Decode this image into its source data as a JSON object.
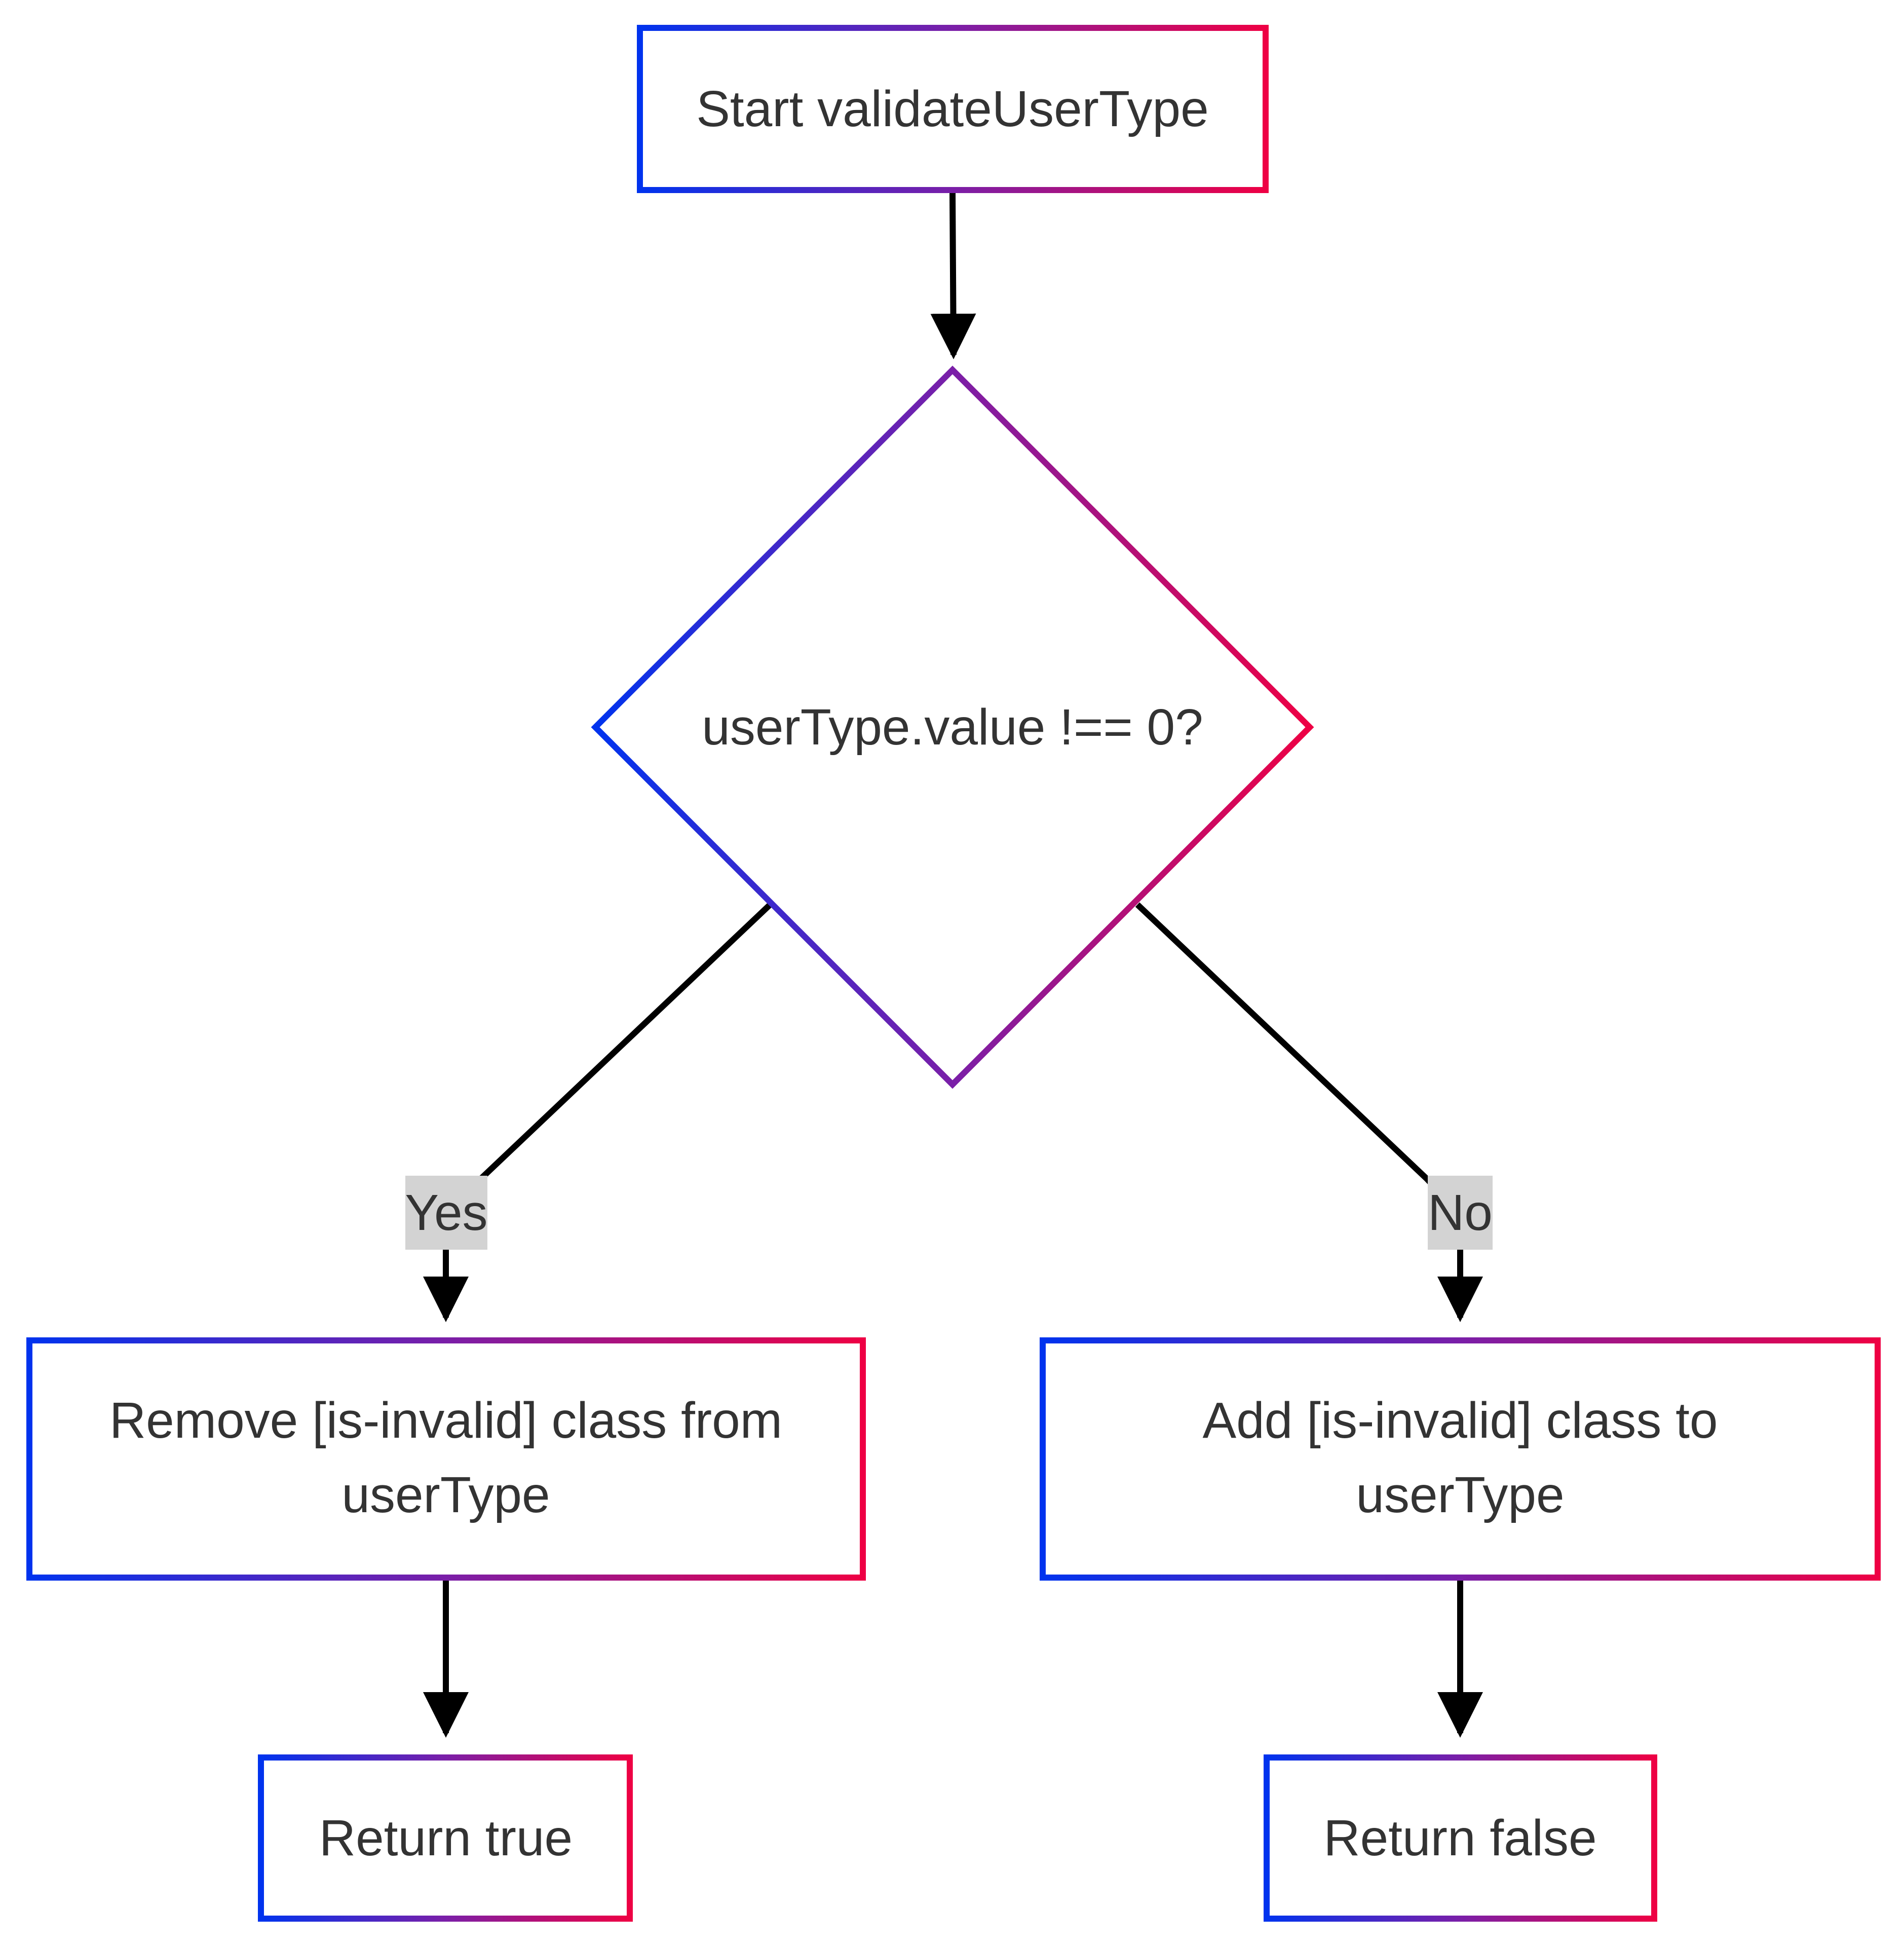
{
  "diagram": {
    "type": "flowchart",
    "nodes": {
      "start": {
        "label": "Start validateUserType",
        "shape": "rectangle"
      },
      "decision": {
        "label": "userType.value !== 0?",
        "shape": "diamond"
      },
      "remove": {
        "line1": "Remove [is-invalid] class from",
        "line2": "userType",
        "shape": "rectangle"
      },
      "add": {
        "line1": "Add [is-invalid] class to",
        "line2": "userType",
        "shape": "rectangle"
      },
      "return_true": {
        "label": "Return true",
        "shape": "rectangle"
      },
      "return_false": {
        "label": "Return false",
        "shape": "rectangle"
      }
    },
    "edges": [
      {
        "from": "start",
        "to": "decision",
        "label": ""
      },
      {
        "from": "decision",
        "to": "remove",
        "label": "Yes"
      },
      {
        "from": "decision",
        "to": "add",
        "label": "No"
      },
      {
        "from": "remove",
        "to": "return_true",
        "label": ""
      },
      {
        "from": "add",
        "to": "return_false",
        "label": ""
      }
    ],
    "edge_labels": {
      "yes": "Yes",
      "no": "No"
    }
  },
  "colors": {
    "stroke_gradient_start": "#0033ee",
    "stroke_gradient_mid": "#7a1fa8",
    "stroke_gradient_end": "#ee0044",
    "edge": "#000000",
    "label_background": "#d3d3d3",
    "text": "#333333"
  }
}
